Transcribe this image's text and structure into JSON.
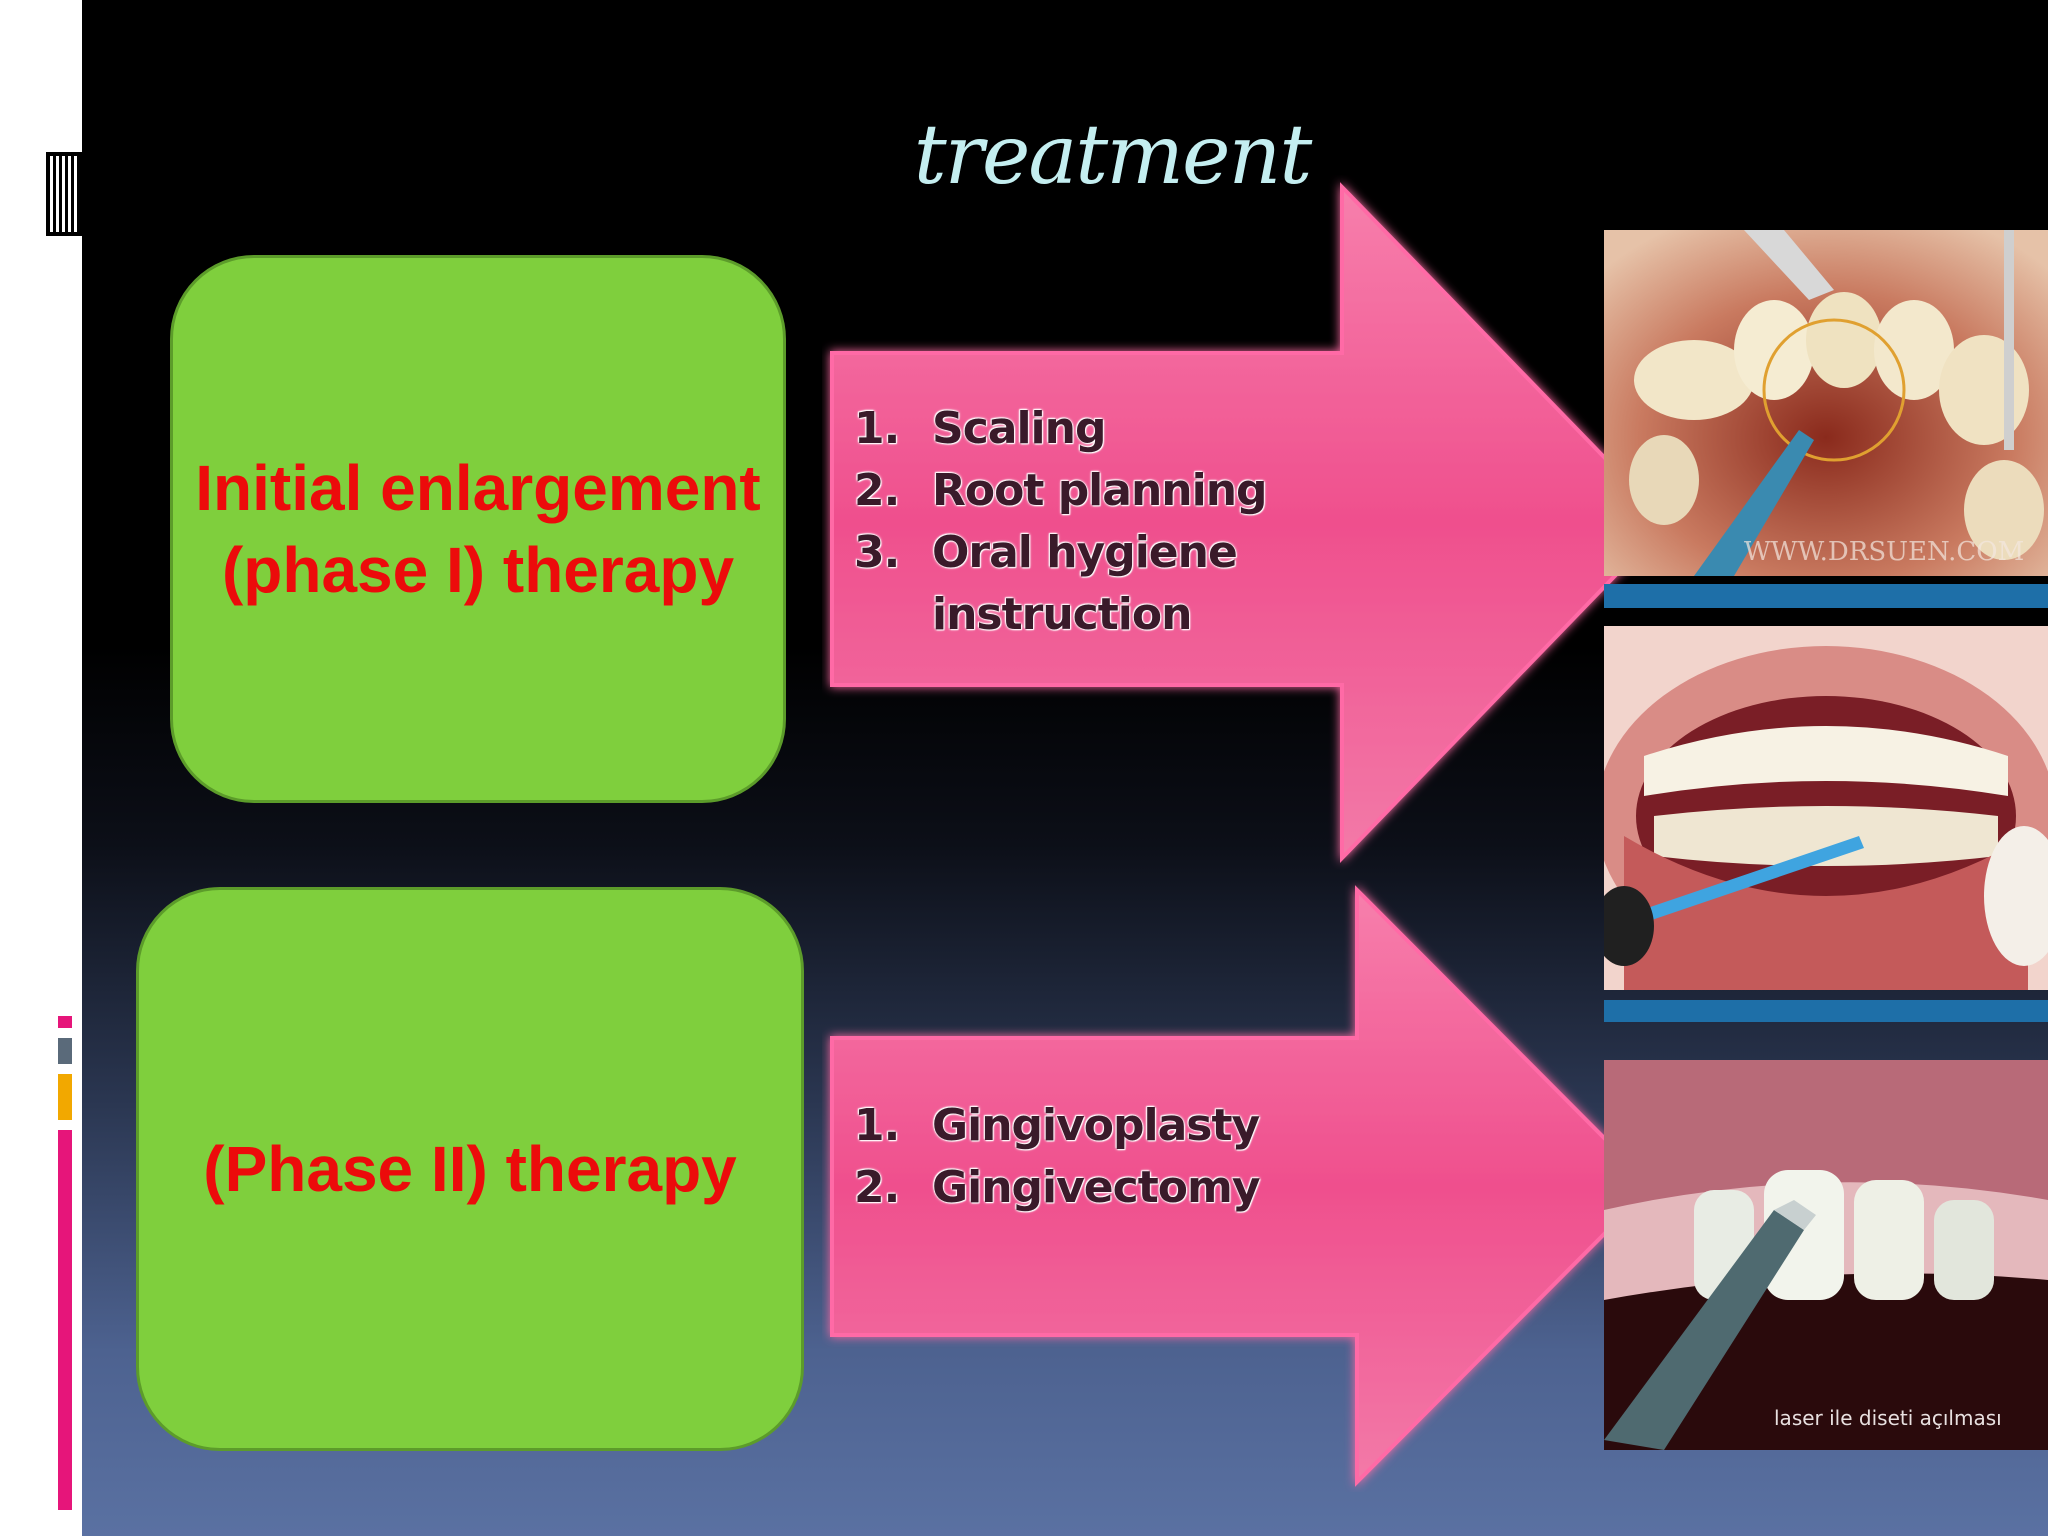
{
  "slide": {
    "title": "treatment",
    "phase1": {
      "label": "Initial enlargement (phase I) therapy",
      "steps": [
        {
          "num": "1.",
          "text": "Scaling"
        },
        {
          "num": "2.",
          "text": "Root planning"
        },
        {
          "num": "3.",
          "text": "Oral hygiene instruction"
        }
      ]
    },
    "phase2": {
      "label": "(Phase II) therapy",
      "steps": [
        {
          "num": "1.",
          "text": "Gingivoplasty"
        },
        {
          "num": "2.",
          "text": "Gingivectomy"
        }
      ]
    },
    "photos": {
      "watermark_top": "WWW.DRSUEN.COM",
      "caption_bottom": "laser ile diseti açılması"
    }
  },
  "colors": {
    "box_fill": "#7fcf3d",
    "box_text": "#ec0b0b",
    "arrow_fill": "#ee4f8c",
    "title": "#c4eef0"
  }
}
